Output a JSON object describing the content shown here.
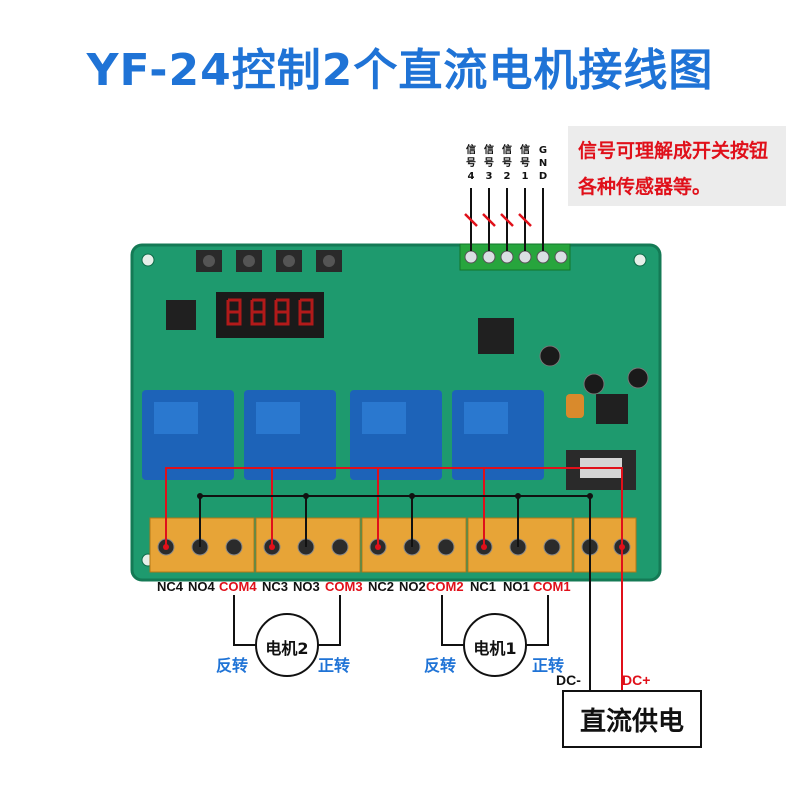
{
  "title": "YF-24控制2个直流电机接线图",
  "note": {
    "line1": "信号可理解成开关按钮",
    "line2": "各种传感器等。"
  },
  "signal_labels": [
    {
      "chars": [
        "信",
        "号",
        "4"
      ]
    },
    {
      "chars": [
        "信",
        "号",
        "3"
      ]
    },
    {
      "chars": [
        "信",
        "号",
        "2"
      ]
    },
    {
      "chars": [
        "信",
        "号",
        "1"
      ]
    },
    {
      "chars": [
        "G",
        "N",
        "D"
      ]
    }
  ],
  "terminals": {
    "nc4": "NC4",
    "no4": "NO4",
    "com4": "COM4",
    "nc3": "NC3",
    "no3": "NO3",
    "com3": "COM3",
    "nc2": "NC2",
    "no2": "NO2",
    "com2": "COM2",
    "nc1": "NC1",
    "no1": "NO1",
    "com1": "COM1"
  },
  "motors": {
    "motor2": "电机2",
    "motor1": "电机1"
  },
  "directions": {
    "reverse": "反转",
    "forward": "正转"
  },
  "power": {
    "dc_minus": "DC-",
    "dc_plus": "DC+",
    "label": "直流供电"
  },
  "colors": {
    "title": "#1f73d6",
    "note_text": "#e0101a",
    "board": "#1e9a6e",
    "relay": "#1d63b8",
    "terminal_block": "#e7a437",
    "wire_red": "#e0101a",
    "wire_black": "#111111"
  }
}
